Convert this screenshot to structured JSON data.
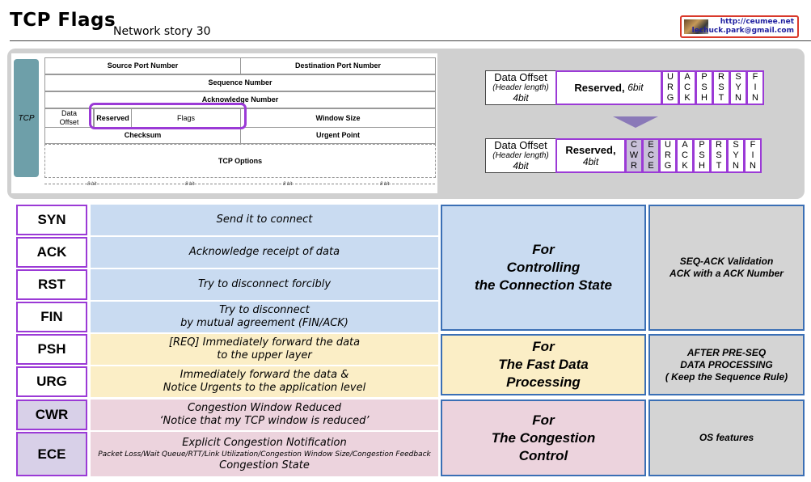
{
  "header": {
    "title": "TCP Flags",
    "subtitle": "Network story 30",
    "logo_url": "http://ceumee.net",
    "logo_email": "lechuck.park@gmail.com"
  },
  "tcp_header": {
    "label": "TCP",
    "source_port": "Source Port Number",
    "dest_port": "Destination Port Number",
    "sequence": "Sequence Number",
    "acknowledge": "Acknowledge Number",
    "data_offset_1": "Data",
    "data_offset_2": "Offset",
    "reserved": "Reserved",
    "flags": "Flags",
    "window": "Window Size",
    "checksum": "Checksum",
    "urgent": "Urgent Point",
    "options": "TCP Options",
    "bits": [
      "8 bit",
      "8 bit",
      "8 bit",
      "8 bit"
    ]
  },
  "flag_layout_old": {
    "offset_t1": "Data Offset",
    "offset_t2": "(Header length)",
    "offset_t3": "4bit",
    "reserved_t1": "Reserved,",
    "reserved_t2": "6bit",
    "bits": [
      [
        "U",
        "R",
        "G"
      ],
      [
        "A",
        "C",
        "K"
      ],
      [
        "P",
        "S",
        "H"
      ],
      [
        "R",
        "S",
        "T"
      ],
      [
        "S",
        "Y",
        "N"
      ],
      [
        "F",
        "I",
        "N"
      ]
    ]
  },
  "flag_layout_new": {
    "offset_t1": "Data Offset",
    "offset_t2": "(Header length)",
    "offset_t3": "4bit",
    "reserved_t1": "Reserved,",
    "reserved_t2": "4bit",
    "bits": [
      [
        "C",
        "W",
        "R"
      ],
      [
        "E",
        "C",
        "E"
      ],
      [
        "U",
        "R",
        "G"
      ],
      [
        "A",
        "C",
        "K"
      ],
      [
        "P",
        "S",
        "H"
      ],
      [
        "R",
        "S",
        "T"
      ],
      [
        "S",
        "Y",
        "N"
      ],
      [
        "F",
        "I",
        "N"
      ]
    ]
  },
  "flags": [
    {
      "name": "SYN",
      "desc": [
        "Send it to connect"
      ]
    },
    {
      "name": "ACK",
      "desc": [
        "Acknowledge receipt of data"
      ]
    },
    {
      "name": "RST",
      "desc": [
        "Try to disconnect forcibly"
      ]
    },
    {
      "name": "FIN",
      "desc": [
        "Try to disconnect",
        "by mutual agreement (FIN/ACK)"
      ]
    },
    {
      "name": "PSH",
      "desc": [
        "[REQ] Immediately forward the data",
        "to the upper layer"
      ]
    },
    {
      "name": "URG",
      "desc": [
        "Immediately forward the data &",
        "Notice Urgents to the application level"
      ]
    },
    {
      "name": "CWR",
      "desc": [
        "Congestion Window Reduced",
        "‘Notice that my TCP window is reduced’"
      ]
    },
    {
      "name": "ECE",
      "desc": [
        "Explicit Congestion Notification",
        "Packet Loss/Wait Queue/RTT/Link Utilization/Congestion Window Size/Congestion Feedback",
        "Congestion State"
      ]
    }
  ],
  "groups": [
    {
      "lines": [
        "For",
        "Controlling",
        "the Connection State"
      ],
      "note": [
        "SEQ-ACK Validation",
        "ACK with a ACK Number"
      ]
    },
    {
      "lines": [
        "For",
        "The Fast Data",
        "Processing"
      ],
      "note": [
        "AFTER PRE-SEQ",
        "DATA PROCESSING",
        "( Keep the Sequence Rule)"
      ]
    },
    {
      "lines": [
        "For",
        "The Congestion",
        "Control"
      ],
      "note": [
        "OS features"
      ]
    }
  ],
  "colors": {
    "flag_border": "#9b3ad6",
    "group_border": "#3a6fb5",
    "blue": "#c9dbf1",
    "yellow": "#fbeec6",
    "pink": "#ecd3dd"
  }
}
